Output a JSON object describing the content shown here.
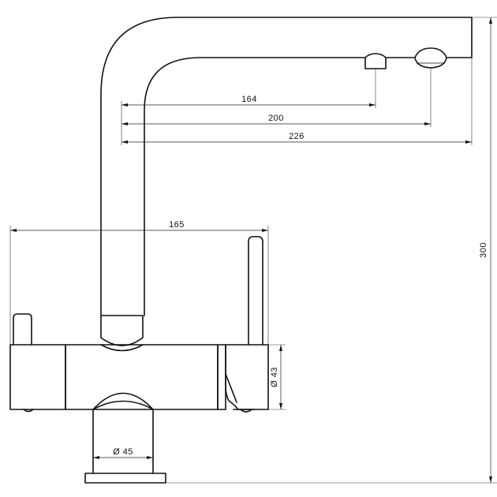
{
  "dimensions": {
    "spout_reach_1": "164",
    "spout_reach_2": "200",
    "spout_reach_3": "226",
    "body_width": "165",
    "total_height": "300",
    "outlet_diameter": "Ø 43",
    "base_diameter": "Ø 45"
  },
  "colors": {
    "line": "#111111",
    "background": "#ffffff"
  }
}
